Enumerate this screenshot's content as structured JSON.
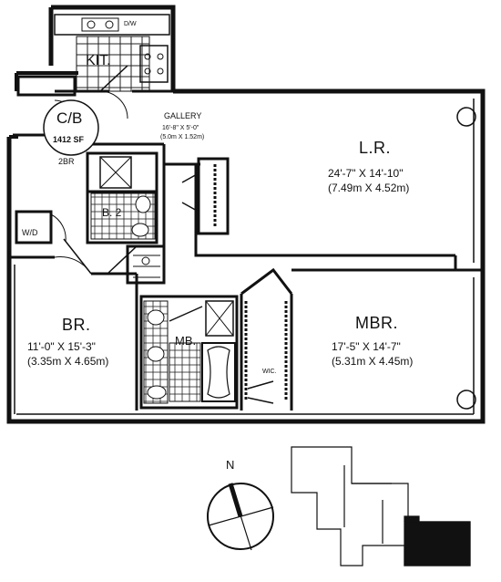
{
  "plan": {
    "unit_label": "C/B",
    "area": "1412 SF",
    "bedrooms": "2BR",
    "gallery": {
      "name": "GALLERY",
      "dims_imperial": "16'-8\" X 5'-0\"",
      "dims_metric": "(5.0m X 1.52m)"
    },
    "rooms": {
      "kitchen": {
        "name": "KIT."
      },
      "dishwasher": {
        "name": "D/W"
      },
      "bath2": {
        "name": "B. 2"
      },
      "washer_dryer": {
        "name": "W/D"
      },
      "living": {
        "name": "L.R.",
        "dims_imperial": "24'-7\" X 14'-10\"",
        "dims_metric": "(7.49m X 4.52m)"
      },
      "bedroom": {
        "name": "BR.",
        "dims_imperial": "11'-0\" X 15'-3\"",
        "dims_metric": "(3.35m X 4.65m)"
      },
      "master_bath": {
        "name": "MB."
      },
      "walk_in_closet": {
        "name": "WIC."
      },
      "master_bedroom": {
        "name": "MBR.",
        "dims_imperial": "17'-5\" X 14'-7\"",
        "dims_metric": "(5.31m X 4.45m)"
      }
    },
    "compass": {
      "north_label": "N"
    }
  }
}
